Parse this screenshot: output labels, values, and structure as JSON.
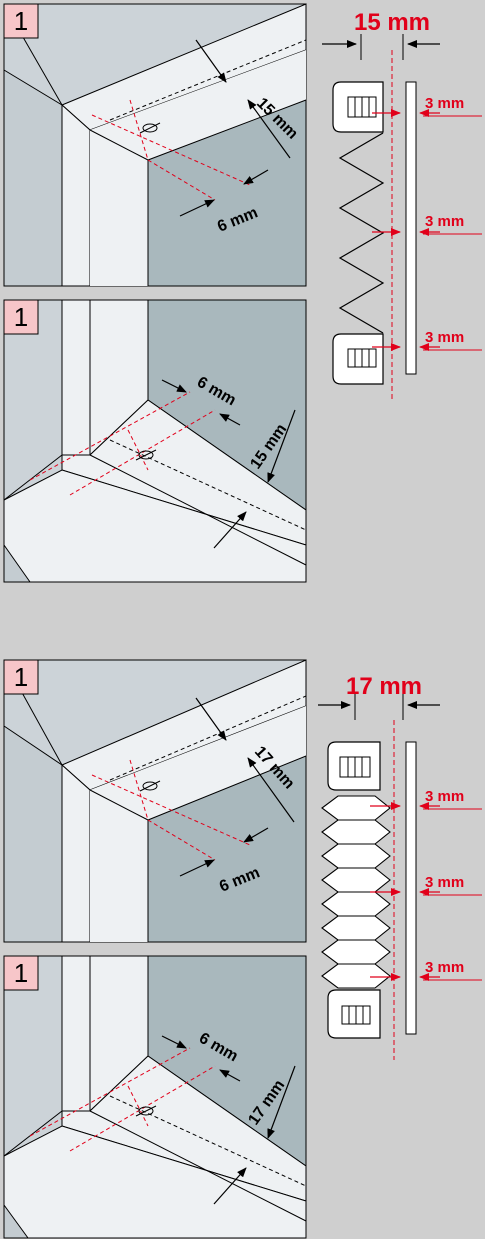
{
  "colors": {
    "background": "#cfcfcf",
    "panel_wall": "#ccd3d8",
    "panel_glass": "#a9b8bd",
    "panel_frame": "#eef1f3",
    "badge_fill": "#f7c6c9",
    "red": "#e1001a",
    "ink": "#000000"
  },
  "panels": [
    {
      "step": "1",
      "depth_label": "15 mm",
      "edge_label": "6 mm"
    },
    {
      "step": "1",
      "depth_label": "15 mm",
      "edge_label": "6 mm"
    },
    {
      "step": "1",
      "depth_label": "17 mm",
      "edge_label": "6 mm"
    },
    {
      "step": "1",
      "depth_label": "17 mm",
      "edge_label": "6 mm"
    }
  ],
  "side_views": [
    {
      "depth_label": "15 mm",
      "gap_labels": [
        "3 mm",
        "3 mm",
        "3 mm"
      ],
      "fabric": "pleated"
    },
    {
      "depth_label": "17 mm",
      "gap_labels": [
        "3 mm",
        "3 mm",
        "3 mm"
      ],
      "fabric": "honeycomb"
    }
  ]
}
